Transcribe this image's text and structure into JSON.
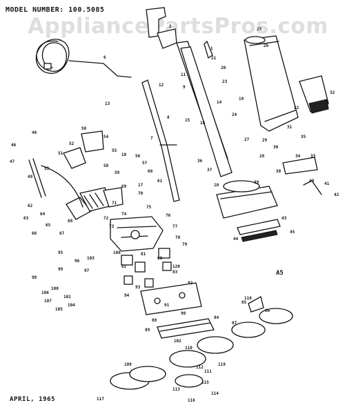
{
  "header": {
    "model_label": "MODEL NUMBER: 100.5085",
    "watermark": "AppliancePartsPros.com",
    "section_code": "A5",
    "date_label": "APRIL, 1965"
  },
  "callouts": [
    "1",
    "2",
    "6",
    "7",
    "8",
    "9",
    "10",
    "11",
    "12",
    "13",
    "14",
    "15",
    "16",
    "17",
    "18",
    "19",
    "20",
    "21",
    "22",
    "23",
    "24",
    "25",
    "26",
    "27",
    "28",
    "29",
    "30",
    "31",
    "32",
    "33",
    "34",
    "35",
    "36",
    "37",
    "38",
    "39",
    "40",
    "41",
    "42",
    "43",
    "44",
    "45",
    "46",
    "47",
    "48",
    "49",
    "50",
    "51",
    "52",
    "53",
    "54",
    "55",
    "56",
    "57",
    "58",
    "59",
    "60",
    "61",
    "62",
    "63",
    "64",
    "65",
    "66",
    "67",
    "68",
    "69",
    "70",
    "71",
    "72",
    "73",
    "74",
    "75",
    "76",
    "77",
    "78",
    "79",
    "80",
    "81",
    "82",
    "83",
    "84",
    "85",
    "86",
    "87",
    "88",
    "89",
    "90",
    "91",
    "92",
    "93",
    "94",
    "95",
    "96",
    "97",
    "98",
    "99",
    "100",
    "101",
    "102",
    "103",
    "104",
    "105",
    "106",
    "107",
    "108",
    "109",
    "110",
    "111",
    "112",
    "113",
    "114",
    "115",
    "116",
    "117",
    "118",
    "119",
    "120"
  ]
}
